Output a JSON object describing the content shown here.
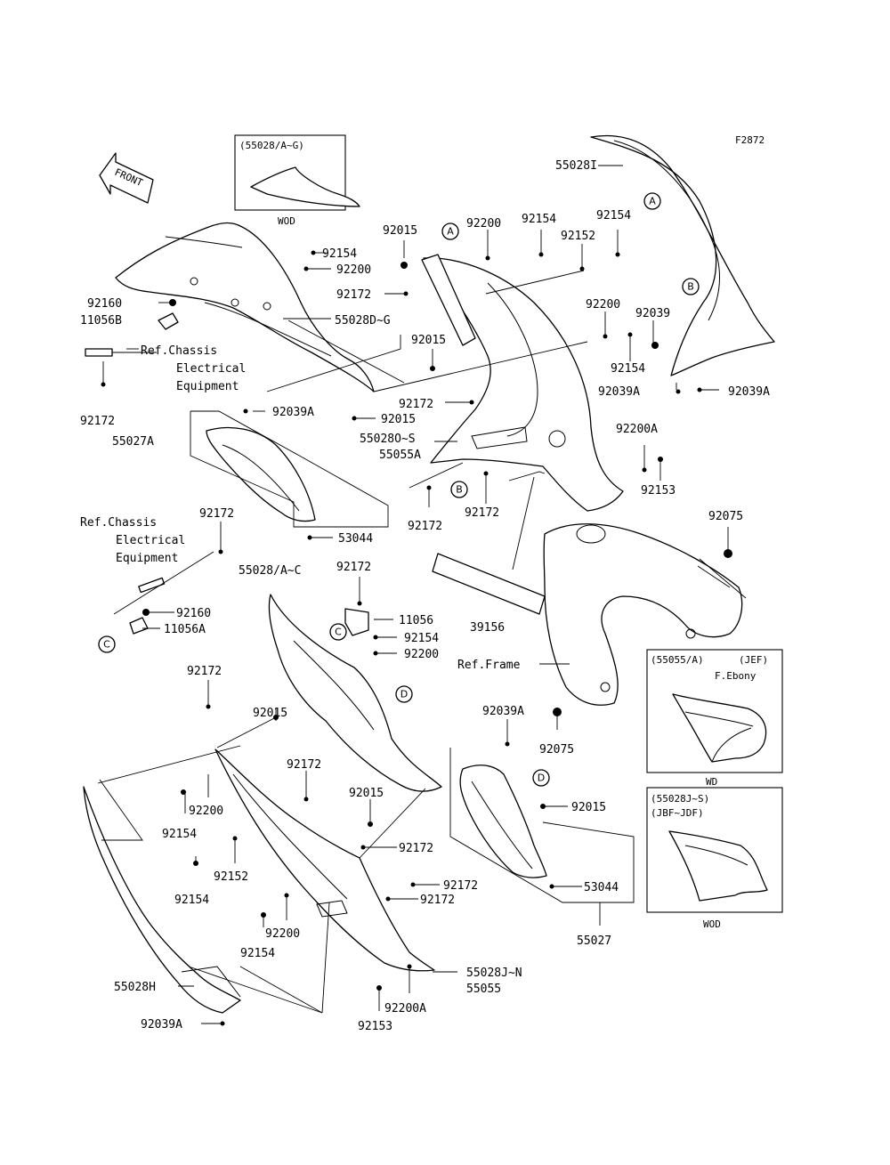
{
  "figure_code": "F2872",
  "front_arrow": "FRONT",
  "insets": {
    "top_title": "(55028/A~G)",
    "top_caption": "WOD",
    "right1_title": "(55055/A)",
    "right1_title2": "(JEF)",
    "right1_sub": "F.Ebony",
    "right1_caption": "WD",
    "right2_title": "(55028J~S)",
    "right2_sub": "(JBF~JDF)",
    "right2_caption": "WOD"
  },
  "labels": {
    "p55028I": "55028I",
    "p92015_a": "92015",
    "p92200_a": "92200",
    "p92154_a": "92154",
    "p92154_b": "92154",
    "p92152_a": "92152",
    "p92154_c": "92154",
    "p92200_b": "92200",
    "p92172_a": "92172",
    "p92160_a": "92160",
    "p11056B": "11056B",
    "p55028DG": "55028D~G",
    "ref_chassis_1": "Ref.Chassis",
    "ref_elec_1": "Electrical",
    "ref_equip_1": "Equipment",
    "p92172_b": "92172",
    "p92015_b": "92015",
    "p92200_c": "92200",
    "p92039_a": "92039",
    "p92154_d": "92154",
    "p92039A_a": "92039A",
    "p92039A_b": "92039A",
    "p92172_c": "92172",
    "p55028OS": "55028O~S",
    "p55055A": "55055A",
    "p92039A_c": "92039A",
    "p92015_c": "92015",
    "p55027A": "55027A",
    "p92200A_a": "92200A",
    "p92153_a": "92153",
    "p92172_d": "92172",
    "p92172_e": "92172",
    "p53044_a": "53044",
    "ref_chassis_2": "Ref.Chassis",
    "ref_elec_2": "Electrical",
    "ref_equip_2": "Equipment",
    "p92172_f": "92172",
    "p92075_a": "92075",
    "p55028AC": "55028/A~C",
    "p92172_g": "92172",
    "p11056": "11056",
    "p92160_b": "92160",
    "p11056A": "11056A",
    "p92154_e": "92154",
    "p92200_d": "92200",
    "p39156": "39156",
    "ref_frame": "Ref.Frame",
    "p92172_h": "92172",
    "p92015_d": "92015",
    "p92039A_d": "92039A",
    "p92075_b": "92075",
    "p92172_i": "92172",
    "p92200_e": "92200",
    "p92154_f": "92154",
    "p92015_e": "92015",
    "p92015_f": "92015",
    "p92172_j": "92172",
    "p92152_b": "92152",
    "p92154_g": "92154",
    "p53044_b": "53044",
    "p92172_k": "92172",
    "p92172_l": "92172",
    "p92200_f": "92200",
    "p92154_h": "92154",
    "p55027": "55027",
    "p55028H": "55028H",
    "p55028JN": "55028J~N",
    "p55055": "55055",
    "p92200A_b": "92200A",
    "p92039A_e": "92039A",
    "p92153_b": "92153"
  },
  "callouts": {
    "A1": "A",
    "A2": "A",
    "B1": "B",
    "B2": "B",
    "C1": "C",
    "C2": "C",
    "D1": "D",
    "D2": "D"
  }
}
